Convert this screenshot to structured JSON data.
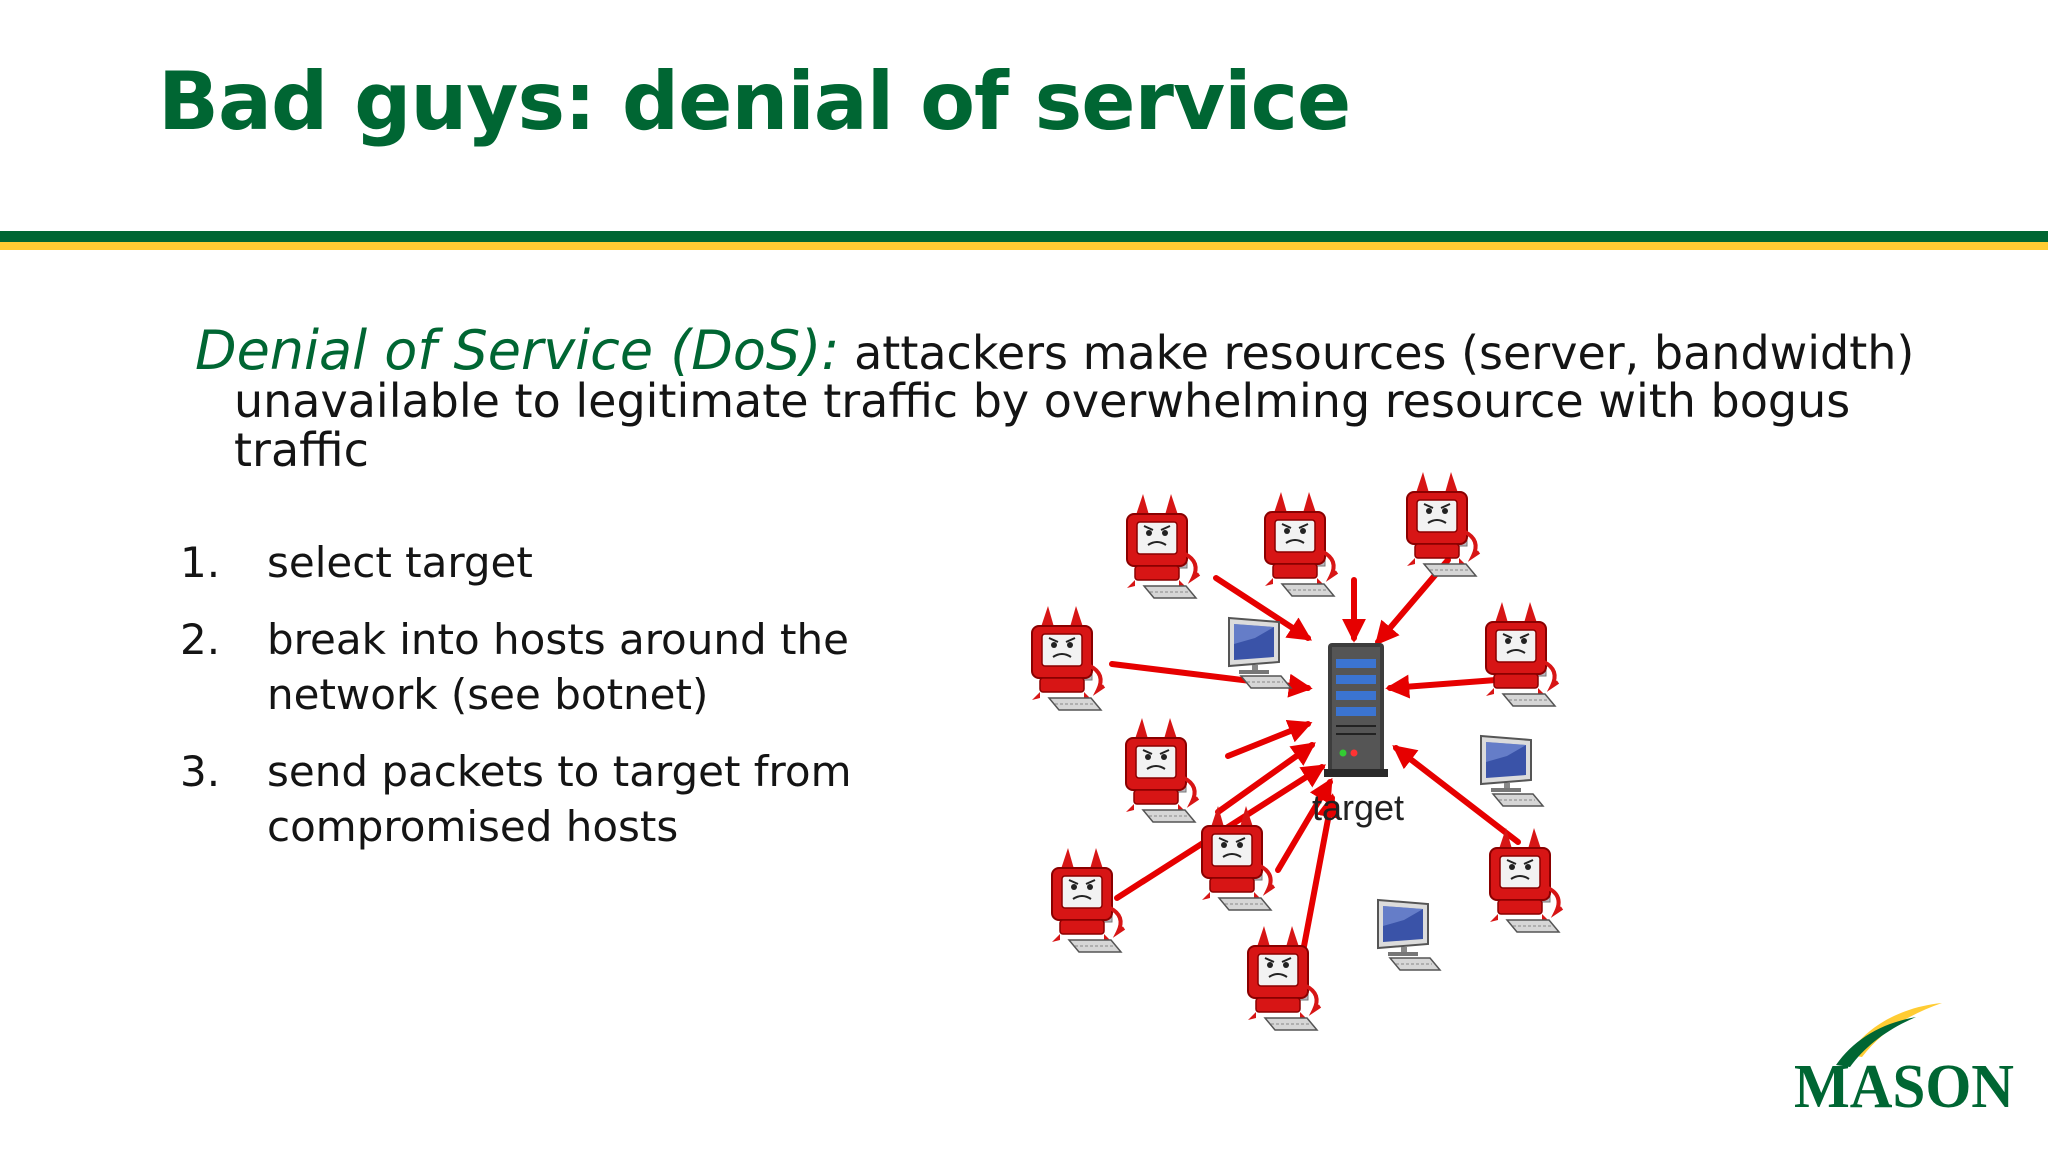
{
  "slide": {
    "title": "Bad guys: denial of service",
    "colors": {
      "brand_green": "#006633",
      "brand_gold": "#ffcc33",
      "arrow_red": "#e60000",
      "bot_red": "#d71515"
    }
  },
  "definition": {
    "term": "Denial of Service (DoS):",
    "line1_rest": " attackers make resources (server, bandwidth)",
    "line2": "unavailable to legitimate traffic by overwhelming resource with bogus",
    "line3": "traffic"
  },
  "steps": [
    {
      "num": "1.",
      "text": "select target"
    },
    {
      "num": "2.",
      "line1": "break into hosts around the",
      "line2": "network (see botnet)"
    },
    {
      "num": "3.",
      "line1": "send packets to target from",
      "line2": "compromised hosts"
    }
  ],
  "diagram": {
    "target_label": "target",
    "icons": {
      "attacker": "devil-computer-icon",
      "host": "computer-icon",
      "server": "server-icon"
    }
  },
  "logo": {
    "text": "MASON"
  }
}
